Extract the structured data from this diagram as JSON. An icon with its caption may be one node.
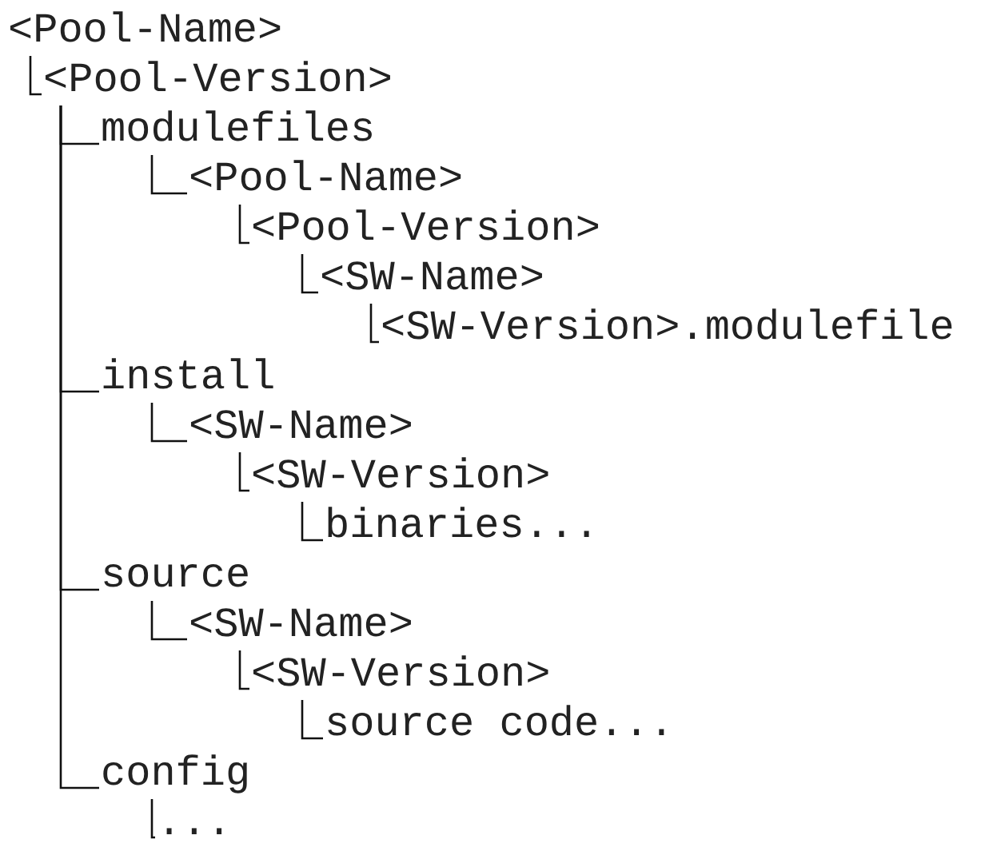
{
  "diagram": {
    "nodes": [
      {
        "text": [
          "<Pool-Name>"
        ]
      },
      {
        "text": [
          "<Pool-Version>"
        ]
      },
      {
        "text": [
          "modulefiles"
        ]
      },
      {
        "text": [
          "<Pool-Name>"
        ]
      },
      {
        "text": [
          "<Pool-Version>"
        ]
      },
      {
        "text": [
          "<SW-Name>"
        ]
      },
      {
        "text": [
          "<SW-Version>.modulefile"
        ]
      },
      {
        "text": [
          "install"
        ]
      },
      {
        "text": [
          "<SW-Name>"
        ]
      },
      {
        "text": [
          "<SW-Version>"
        ]
      },
      {
        "text": [
          "binaries..."
        ]
      },
      {
        "text": [
          "source"
        ]
      },
      {
        "text": [
          "<SW-Name>"
        ]
      },
      {
        "text": [
          "<SW-Version>"
        ]
      },
      {
        "text": [
          "source code..."
        ]
      },
      {
        "text": [
          "config"
        ]
      },
      {
        "text": [
          "..."
        ]
      }
    ],
    "edges": [
      {
        "from": 0,
        "to": 1,
        "arrow": "none"
      },
      {
        "from": 1,
        "to": 2,
        "arrow": "none"
      },
      {
        "from": 2,
        "to": 3,
        "arrow": "none"
      },
      {
        "from": 3,
        "to": 4,
        "arrow": "none"
      },
      {
        "from": 4,
        "to": 5,
        "arrow": "none"
      },
      {
        "from": 5,
        "to": 6,
        "arrow": "none"
      },
      {
        "from": 1,
        "to": 7,
        "arrow": "none"
      },
      {
        "from": 7,
        "to": 8,
        "arrow": "none"
      },
      {
        "from": 8,
        "to": 9,
        "arrow": "none"
      },
      {
        "from": 9,
        "to": 10,
        "arrow": "none"
      },
      {
        "from": 1,
        "to": 11,
        "arrow": "none"
      },
      {
        "from": 11,
        "to": 12,
        "arrow": "none"
      },
      {
        "from": 12,
        "to": 13,
        "arrow": "none"
      },
      {
        "from": 13,
        "to": 14,
        "arrow": "none"
      },
      {
        "from": 1,
        "to": 15,
        "arrow": "none"
      },
      {
        "from": 15,
        "to": 16,
        "arrow": "none"
      }
    ]
  }
}
